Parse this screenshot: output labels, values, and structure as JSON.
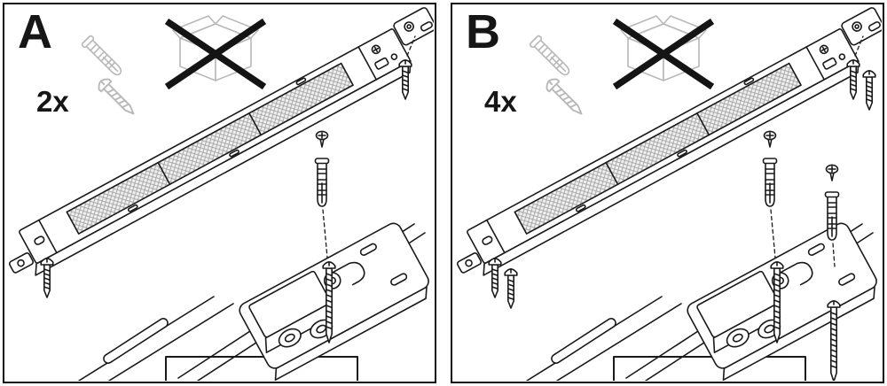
{
  "panels": [
    {
      "label": "A",
      "quantity": "2x"
    },
    {
      "label": "B",
      "quantity": "4x"
    }
  ],
  "icons": {
    "wall_plug": "wall-plug-icon",
    "screw": "screw-icon",
    "discard_packaging": "crossed-out-box-icon"
  },
  "colors": {
    "line": "#1a1a1a",
    "muted_hardware": "#b8b8b8",
    "background": "#ffffff",
    "border": "#101010"
  }
}
